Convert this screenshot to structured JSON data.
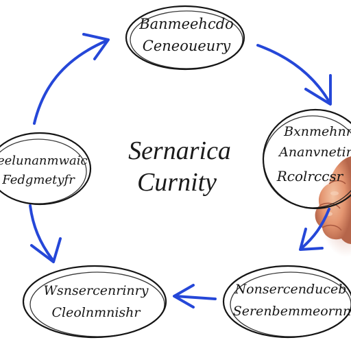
{
  "diagram": {
    "center": {
      "line1": "Sernarica",
      "line2": "Curnity"
    },
    "nodes": [
      {
        "id": "top",
        "line1": "Banmeehcdo",
        "line2": "Ceneoueury"
      },
      {
        "id": "right",
        "line1": "Bxnmehnr",
        "line2": "Ananvnetin",
        "line3": "Rcolrccsr"
      },
      {
        "id": "bottom-right",
        "line1": "Nonsercenduceb",
        "line2": "Serenbemmeornn"
      },
      {
        "id": "bottom-left",
        "line1": "Wsnsercenrinry",
        "line2": "Cleolnmnishr"
      },
      {
        "id": "left",
        "line1": "Feelunanmwaic",
        "line2": "Fedgmetyfr"
      }
    ],
    "arrows": [
      {
        "id": "top-to-right",
        "icon": "curved-arrow-icon"
      },
      {
        "id": "right-to-bottom-right",
        "icon": "curved-arrow-icon"
      },
      {
        "id": "bottom-right-to-bottom-left",
        "icon": "straight-arrow-icon"
      },
      {
        "id": "bottom-left-to-left",
        "icon": "curved-arrow-icon"
      },
      {
        "id": "left-to-top",
        "icon": "curved-arrow-icon"
      }
    ]
  },
  "colors": {
    "accent": "#2547d8",
    "ink": "#151515",
    "skin": "#e9a07a"
  }
}
